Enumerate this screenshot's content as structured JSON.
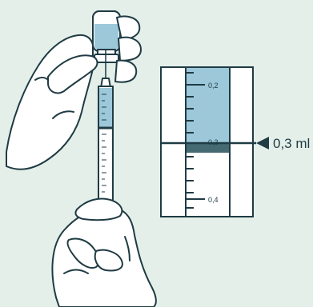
{
  "illustration": {
    "subject": "syringe drawing liquid from a vial",
    "icons": [
      "left-hand-icon",
      "right-hand-icon",
      "vial-icon",
      "syringe-icon"
    ]
  },
  "scale_detail": {
    "labels": [
      "0,2",
      "0,3",
      "0,4"
    ],
    "callout": "0,3 ml",
    "fill_level_ml": 0.3
  },
  "colors": {
    "background": "#e4efe9",
    "outline": "#1f3b44",
    "liquid": "#9cc8da",
    "fill_band": "#466a72",
    "white": "#ffffff"
  }
}
